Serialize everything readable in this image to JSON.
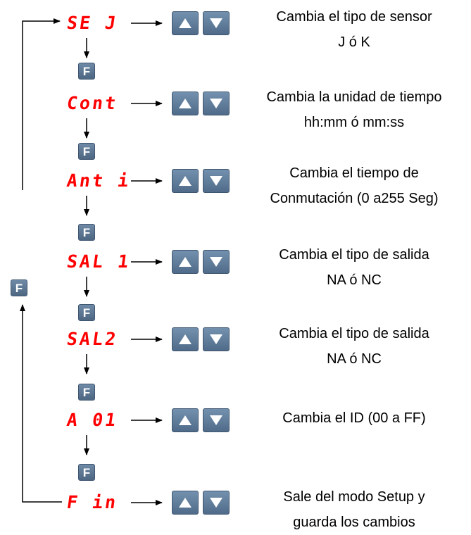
{
  "steps": [
    {
      "code": "SE J",
      "desc": [
        "Cambia el tipo de sensor",
        "J ó K"
      ]
    },
    {
      "code": "Cont",
      "desc": [
        "Cambia la unidad de tiempo",
        "hh:mm ó mm:ss"
      ]
    },
    {
      "code": "Ant i",
      "desc": [
        "Cambia el tiempo de",
        "Conmutación (0 a255 Seg)"
      ]
    },
    {
      "code": "SAL 1",
      "desc": [
        "Cambia el tipo de salida",
        "NA ó NC"
      ]
    },
    {
      "code": "SAL2",
      "desc": [
        "Cambia el tipo de salida",
        "NA ó NC"
      ]
    },
    {
      "code": "A 01",
      "desc": [
        "Cambia el ID (00 a FF)"
      ]
    },
    {
      "code": "F in",
      "desc": [
        "Sale del modo Setup y",
        "guarda los cambios"
      ]
    }
  ],
  "f_key_label": "F",
  "icons": {
    "function_key": "f-key-icon",
    "up": "up-arrow-key-icon",
    "down": "down-arrow-key-icon"
  },
  "colors": {
    "display_text": "#ff0000",
    "key_face": "#5a7794",
    "key_glyph": "#ffffff"
  }
}
